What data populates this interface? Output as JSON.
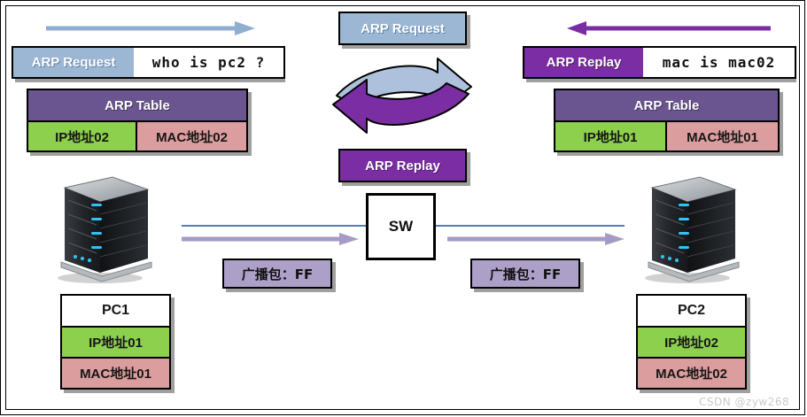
{
  "diagram": {
    "title": "ARP Request and ARP Reply process between PC1 and PC2 through a switch",
    "colors": {
      "request_blue": "#9BB7D4",
      "reply_purple": "#7B2EA3",
      "table_header_purple": "#6B5590",
      "ip_green": "#8CD04E",
      "mac_pink": "#DB9D9D",
      "broadcast_lilac": "#ADA0C8",
      "line_blue": "#4F7FB5",
      "line_lilac": "#A79BC6",
      "border_black": "#000000"
    }
  },
  "center": {
    "request_label": "ARP Request",
    "reply_label": "ARP Replay",
    "switch_label": "SW",
    "arrow_top_name": "curved-arrow-request",
    "arrow_bottom_name": "curved-arrow-reply"
  },
  "left": {
    "message": {
      "tag": "ARP Request",
      "body": "who is pc2 ?"
    },
    "arp_table": {
      "header": "ARP Table",
      "ip": "IP地址02",
      "mac": "MAC地址02"
    },
    "host": {
      "name": "PC1",
      "ip": "IP地址01",
      "mac": "MAC地址01",
      "icon": "server-tower-icon"
    },
    "broadcast_label": "广播包：FF"
  },
  "right": {
    "message": {
      "tag": "ARP Replay",
      "body": "mac is mac02"
    },
    "arp_table": {
      "header": "ARP Table",
      "ip": "IP地址01",
      "mac": "MAC地址01"
    },
    "host": {
      "name": "PC2",
      "ip": "IP地址02",
      "mac": "MAC地址02",
      "icon": "server-tower-icon"
    },
    "broadcast_label": "广播包：FF"
  },
  "watermark": {
    "text": "CSDN @zyw268"
  }
}
